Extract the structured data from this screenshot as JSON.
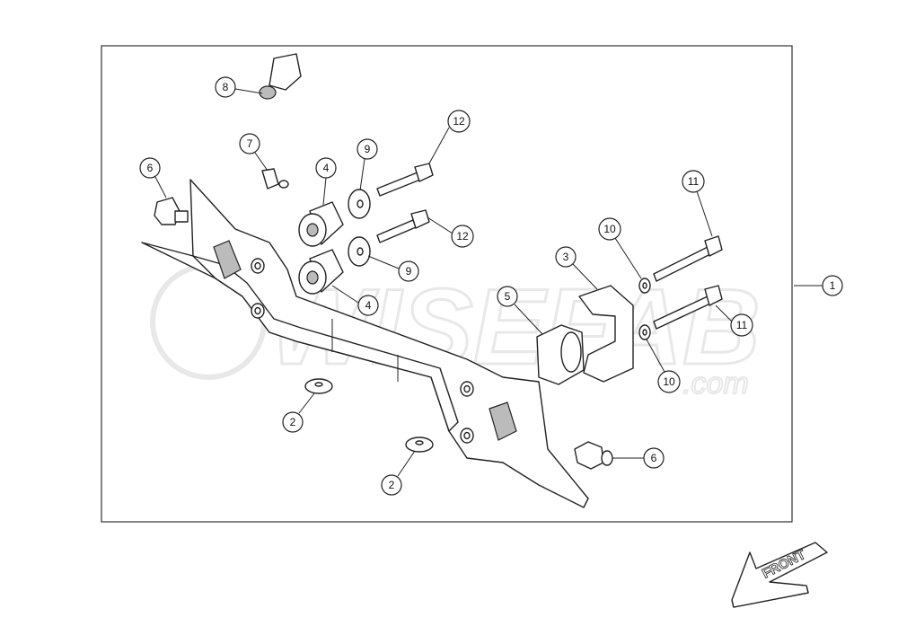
{
  "watermark": {
    "brand": "WISEFAB",
    "suffix": ".com"
  },
  "direction_arrow": {
    "label": "FRONT"
  },
  "callouts": [
    {
      "id": "c8",
      "label": "8"
    },
    {
      "id": "c7",
      "label": "7"
    },
    {
      "id": "c6a",
      "label": "6"
    },
    {
      "id": "c4a",
      "label": "4"
    },
    {
      "id": "c9a",
      "label": "9"
    },
    {
      "id": "c12a",
      "label": "12"
    },
    {
      "id": "c12b",
      "label": "12"
    },
    {
      "id": "c9b",
      "label": "9"
    },
    {
      "id": "c4b",
      "label": "4"
    },
    {
      "id": "c3",
      "label": "3"
    },
    {
      "id": "c5",
      "label": "5"
    },
    {
      "id": "c10a",
      "label": "10"
    },
    {
      "id": "c10b",
      "label": "10"
    },
    {
      "id": "c11a",
      "label": "11"
    },
    {
      "id": "c11b",
      "label": "11"
    },
    {
      "id": "c1",
      "label": "1"
    },
    {
      "id": "c2a",
      "label": "2"
    },
    {
      "id": "c2b",
      "label": "2"
    },
    {
      "id": "c6b",
      "label": "6"
    }
  ]
}
